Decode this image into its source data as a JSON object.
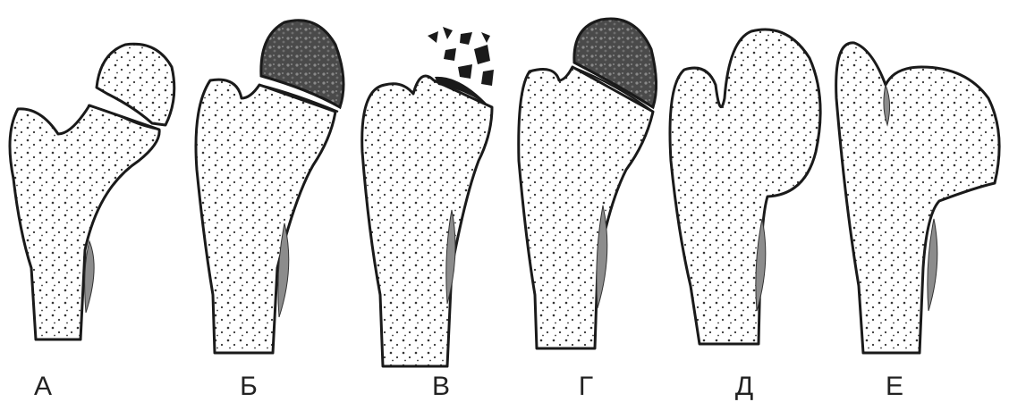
{
  "figure": {
    "labels": [
      "А",
      "Б",
      "В",
      "Г",
      "Д",
      "Е"
    ]
  }
}
